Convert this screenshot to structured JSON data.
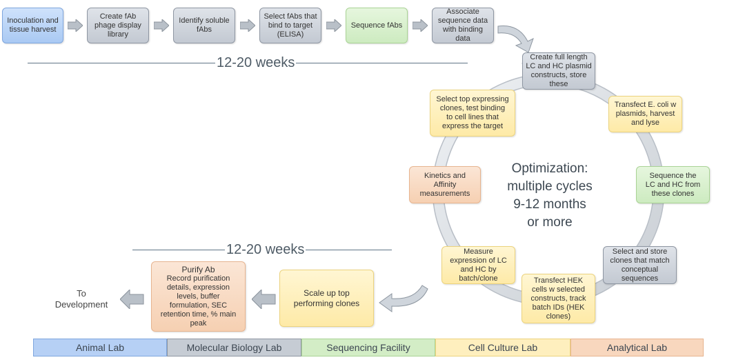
{
  "top_steps": [
    {
      "id": "inoculation",
      "text": "Inoculation and\ntissue harvest"
    },
    {
      "id": "phage-library",
      "text": "Create fAb\nphage display\nlibrary"
    },
    {
      "id": "identify-soluble",
      "text": "Identify soluble\nfAbs"
    },
    {
      "id": "select-elisa",
      "text": "Select fAbs that\nbind to target\n(ELISA)"
    },
    {
      "id": "sequence-fabs",
      "text": "Sequence fAbs"
    },
    {
      "id": "associate-data",
      "text": "Associate\nsequence data\nwith binding\ndata"
    }
  ],
  "cycle_steps": [
    {
      "id": "create-plasmid",
      "text": "Create full length\nLC and HC plasmid\nconstructs, store\nthese"
    },
    {
      "id": "transfect-ecoli",
      "text": "Transfect E. coli w\nplasmids, harvest\nand lyse"
    },
    {
      "id": "sequence-lc-hc",
      "text": "Sequence the\nLC and HC from\nthese clones"
    },
    {
      "id": "select-store-clones",
      "text": "Select and store\nclones that match\nconceptual\nsequences"
    },
    {
      "id": "transfect-hek",
      "text": "Transfect HEK\ncells w selected\nconstructs, track\nbatch IDs (HEK\nclones)"
    },
    {
      "id": "measure-expression",
      "text": "Measure\nexpression of LC\nand HC by\nbatch/clone"
    },
    {
      "id": "kinetics-affinity",
      "text": "Kinetics and\nAffinity\nmeasurements"
    },
    {
      "id": "select-top-expressing",
      "text": "Select top expressing\nclones, test binding\nto cell lines that\nexpress the target"
    }
  ],
  "optimization_text": "Optimization:\nmultiple cycles\n9-12 months\nor more",
  "weeks_top": "12-20 weeks",
  "weeks_bottom": "12-20 weeks",
  "bottom_steps": [
    {
      "id": "scale-up",
      "text": "Scale up top\nperforming clones"
    },
    {
      "id": "purify-ab",
      "title": "Purify Ab",
      "text": "Record purification\ndetails, expression\nlevels, buffer\nformulation, SEC\nretention time, % main\npeak"
    }
  ],
  "to_development": "To\nDevelopment",
  "labs": [
    {
      "name": "Animal Lab",
      "color": "#b6d0f5"
    },
    {
      "name": "Molecular Biology Lab",
      "color": "#c6ccd4"
    },
    {
      "name": "Sequencing Facility",
      "color": "#d3edc6"
    },
    {
      "name": "Cell Culture Lab",
      "color": "#feefbe"
    },
    {
      "name": "Analytical Lab",
      "color": "#f8d7be"
    }
  ]
}
